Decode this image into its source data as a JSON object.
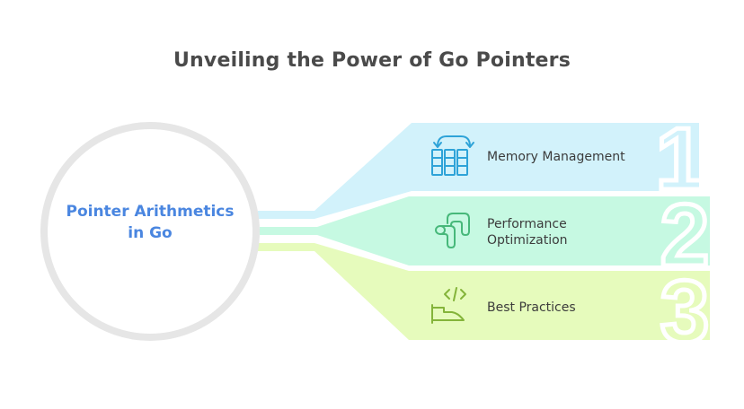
{
  "title": "Unveiling the Power of Go Pointers",
  "center": {
    "label": "Pointer Arithmetics in Go",
    "label_color": "#4a86e0",
    "ring_color": "#e6e6e6"
  },
  "items": [
    {
      "number": "1",
      "label": "Memory Management",
      "icon": "memory-blocks-swap-icon",
      "fill": "#d2f2fb",
      "icon_color": "#2ea3d8"
    },
    {
      "number": "2",
      "label": "Performance Optimization",
      "icon": "pipe-bend-icon",
      "fill": "#c6f9e2",
      "icon_color": "#47b87a"
    },
    {
      "number": "3",
      "label": "Best Practices",
      "icon": "code-hand-icon",
      "fill": "#e6fbbc",
      "icon_color": "#84b43a"
    }
  ]
}
